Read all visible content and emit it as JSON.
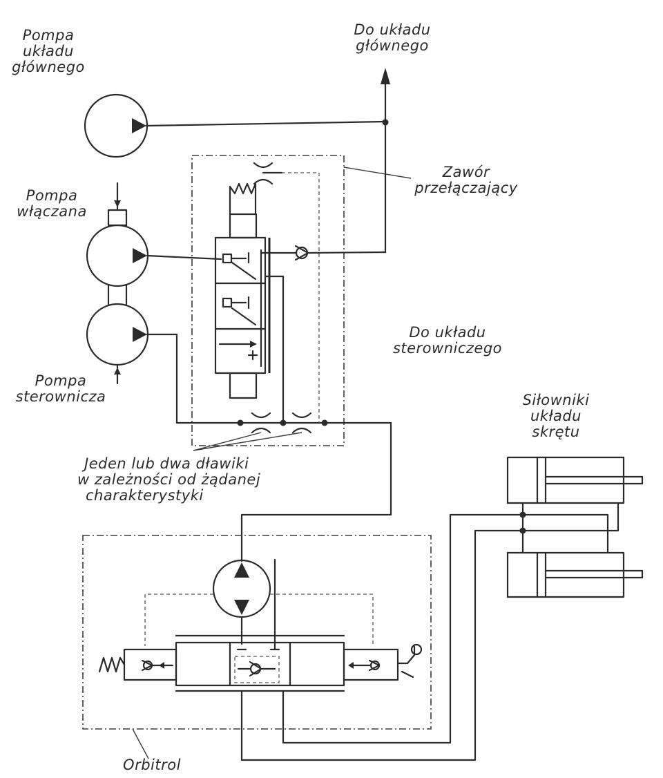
{
  "labels": {
    "main_pump": [
      "Pompa",
      "układu",
      "głównego"
    ],
    "to_main_system": [
      "Do  układu",
      "głównego"
    ],
    "switching_valve": [
      "Zawór",
      "przełączający"
    ],
    "engaged_pump": [
      "Pompa",
      "włączana"
    ],
    "steering_pump": [
      "Pompa",
      "sterownicza"
    ],
    "to_steering_system": [
      "Do układu",
      "sterowniczego"
    ],
    "turn_cylinders": [
      "Siłowniki",
      "układu",
      "skrętu"
    ],
    "throttles": [
      "Jeden lub dwa dławiki",
      "w zależności od żądanej",
      "charakterystyki"
    ],
    "orbitrol": "Orbitrol"
  },
  "colors": {
    "ink": "#2a2a2a",
    "paper": "#ffffff"
  }
}
